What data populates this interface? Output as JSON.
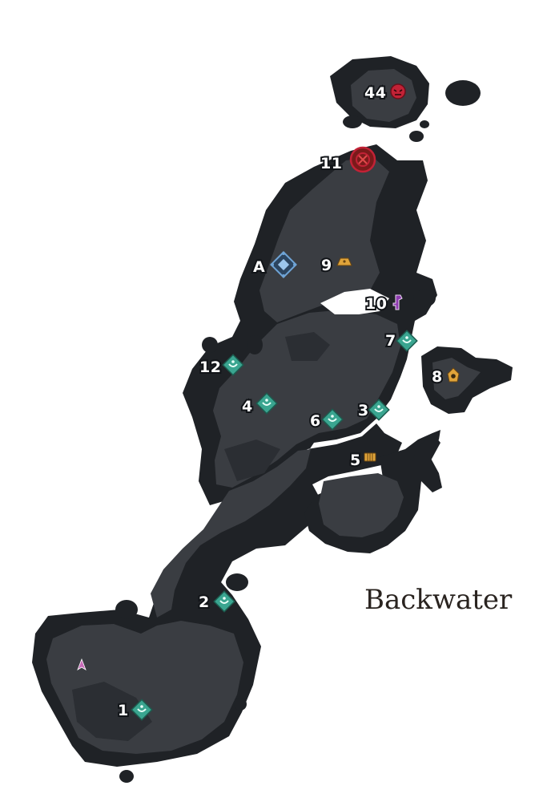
{
  "map": {
    "region_name": "Backwater",
    "colors": {
      "outer": "#1f2226",
      "inner": "#34373c",
      "mid": "#2a2d31",
      "waypoint": "#3aa590",
      "waypoint_dark": "#1c5c4f",
      "gold": "#e0a43a",
      "purple": "#8e3bb0",
      "red": "#c22236",
      "blue": "#6fa4d6"
    },
    "markers": [
      {
        "label": "1",
        "icon": "waypoint-icon"
      },
      {
        "label": "2",
        "icon": "waypoint-icon"
      },
      {
        "label": "3",
        "icon": "waypoint-icon"
      },
      {
        "label": "4",
        "icon": "waypoint-icon"
      },
      {
        "label": "5",
        "icon": "chest-icon"
      },
      {
        "label": "6",
        "icon": "waypoint-icon"
      },
      {
        "label": "7",
        "icon": "waypoint-icon"
      },
      {
        "label": "8",
        "icon": "shrine-icon"
      },
      {
        "label": "9",
        "icon": "altar-icon"
      },
      {
        "label": "10",
        "icon": "key-icon"
      },
      {
        "label": "11",
        "icon": "boss-portal-icon"
      },
      {
        "label": "12",
        "icon": "waypoint-icon"
      },
      {
        "label": "44",
        "icon": "demon-mask-icon"
      },
      {
        "label": "A",
        "icon": "teleport-crystal-icon"
      }
    ]
  }
}
